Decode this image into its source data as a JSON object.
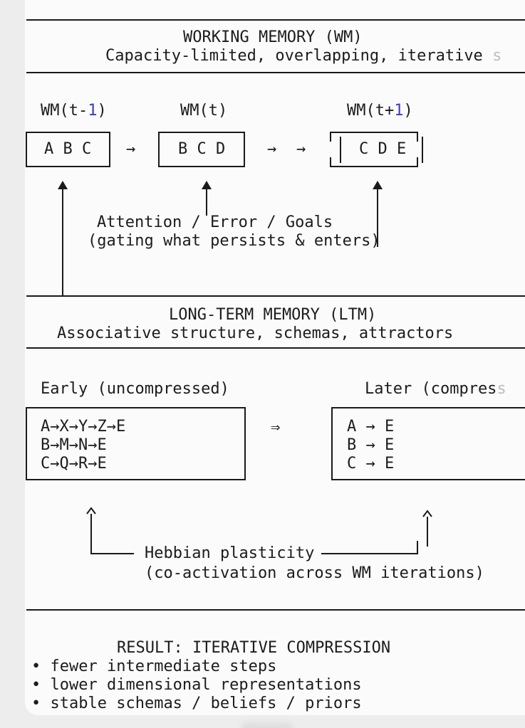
{
  "theme": {
    "page_bg": "#ededed",
    "panel_bg": "#fbfbfb",
    "ink": "#1c1c1c",
    "line_color": "#1a1a1a",
    "number_color": "#3b3bc6"
  },
  "wm_header": {
    "title": "WORKING MEMORY (WM)",
    "subtitle": "Capacity-limited, overlapping, iterative",
    "subtitle_faded": "s"
  },
  "wm_row": {
    "labels": [
      {
        "pre": "WM(t-",
        "num": "1",
        "post": ")"
      },
      {
        "pre": "WM(t)"
      },
      {
        "pre": "WM(t+",
        "num": "1",
        "post": ")"
      }
    ],
    "box1": "A B C",
    "box2": "B C D",
    "box3": "C D E",
    "arrow": "→"
  },
  "gating": {
    "line1": "Attention / Error / Goals",
    "line2": "(gating what persists & enters)"
  },
  "ltm_header": {
    "title": "LONG-TERM MEMORY (LTM)",
    "subtitle": "Associative structure, schemas, attractors"
  },
  "compression": {
    "early_label": "Early (uncompressed)",
    "later_label": "Later (compres",
    "later_label_faded": "s",
    "early_lines": [
      "A→X→Y→Z→E",
      "B→M→N→E",
      "C→Q→R→E"
    ],
    "later_lines": [
      "A → E",
      "B → E",
      "C → E"
    ],
    "big_arrow": "⇒"
  },
  "hebbian": {
    "label": "Hebbian plasticity",
    "subline": "(co-activation across WM iterations)"
  },
  "result": {
    "title": "RESULT: ITERATIVE COMPRESSION",
    "bullet_char": "•",
    "bullets": [
      "fewer intermediate steps",
      "lower dimensional representations",
      "stable schemas / beliefs / priors"
    ]
  }
}
